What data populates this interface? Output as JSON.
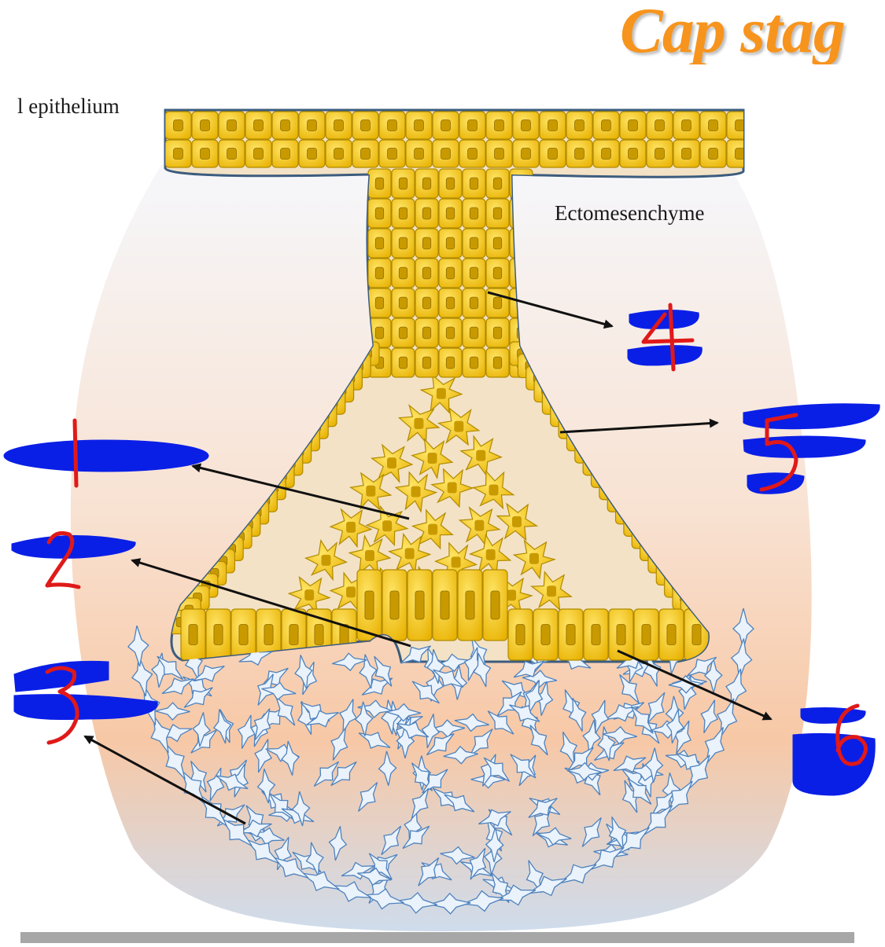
{
  "title": "Cap stag",
  "labels": {
    "oral_epithelium": "l epithelium",
    "ectomesenchyme": "Ectomesenchyme"
  },
  "answer_numbers": [
    "1",
    "2",
    "3",
    "4",
    "5",
    "6"
  ],
  "colors": {
    "title": "#f7941d",
    "epithelium_cell": "#f5c518",
    "epithelium_outline": "#b08a00",
    "mesenchyme_cell": "#5b8ec9",
    "redaction": "#0a1fe6",
    "handwriting": "#e01919",
    "background_top": "#f4f6fa",
    "background_bottom": "#f6c7a5"
  }
}
